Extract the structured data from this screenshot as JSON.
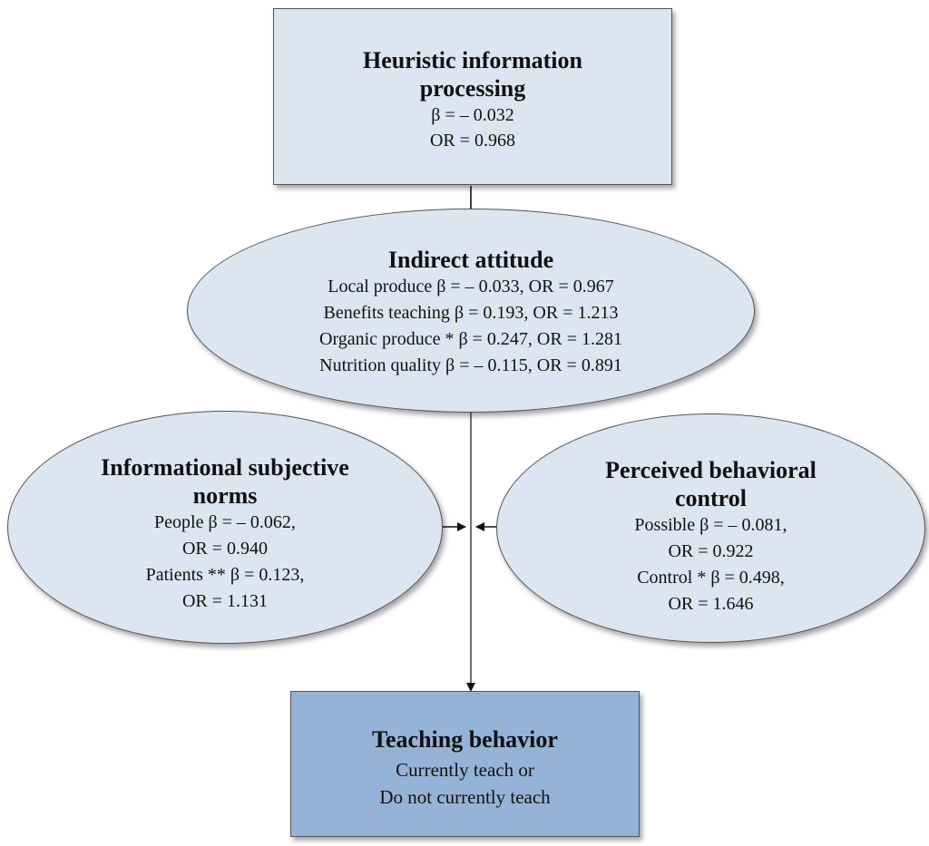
{
  "top_box": {
    "title_line1": "Heuristic information",
    "title_line2": "processing",
    "beta": "β = – 0.032",
    "or": "OR = 0.968"
  },
  "indirect_attitude": {
    "title": "Indirect attitude",
    "lines": [
      "Local produce β = – 0.033, OR = 0.967",
      "Benefits teaching β = 0.193, OR = 1.213",
      "Organic produce * β = 0.247, OR = 1.281",
      "Nutrition quality β = – 0.115, OR = 0.891"
    ]
  },
  "subjective_norms": {
    "title_line1": "Informational subjective",
    "title_line2": "norms",
    "lines": [
      "People β = – 0.062,",
      "OR = 0.940",
      "Patients ** β = 0.123,",
      "OR = 1.131"
    ]
  },
  "behavioral_control": {
    "title_line1": "Perceived behavioral",
    "title_line2": "control",
    "lines": [
      "Possible β = – 0.081,",
      "OR = 0.922",
      "Control * β = 0.498,",
      "OR = 1.646"
    ]
  },
  "teaching_behavior": {
    "title": "Teaching behavior",
    "line1": "Currently teach or",
    "line2": "Do not currently teach"
  },
  "colors": {
    "light_fill": "#dce6f1",
    "dark_fill": "#95b3d7",
    "outline": "#555555",
    "arrow": "#111111"
  }
}
